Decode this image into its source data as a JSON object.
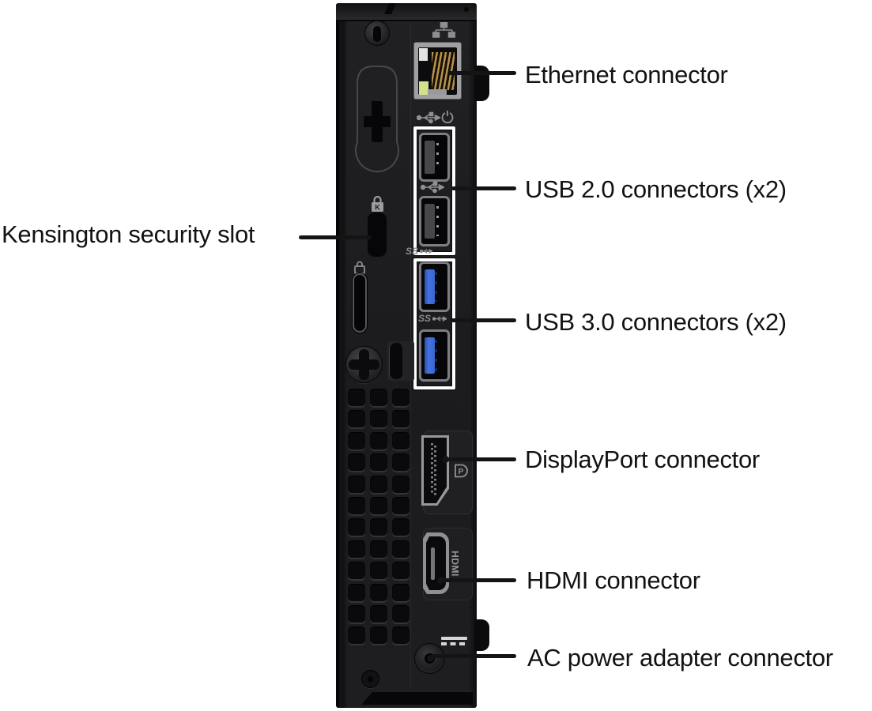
{
  "diagram": {
    "subject": "mini PC rear panel connector diagram"
  },
  "labels": {
    "ethernet": "Ethernet connector",
    "usb2": "USB 2.0 connectors (x2)",
    "kensington": "Kensington security slot",
    "usb3": "USB 3.0 connectors (x2)",
    "displayport": "DisplayPort connector",
    "hdmi": "HDMI connector",
    "ac_power": "AC power adapter connector"
  },
  "port_markings": {
    "hdmi": "HDMI",
    "displayport_logo": "P",
    "superspeed": "SS"
  },
  "colors": {
    "background": "#ffffff",
    "chassis": "#1e1e21",
    "usb3_blue": "#3f6fd8",
    "ethernet_led_green": "#d4e08c",
    "ethernet_led_status": "#e2e2e2",
    "highlight_box": "#ffffff",
    "label_text": "#121212"
  }
}
